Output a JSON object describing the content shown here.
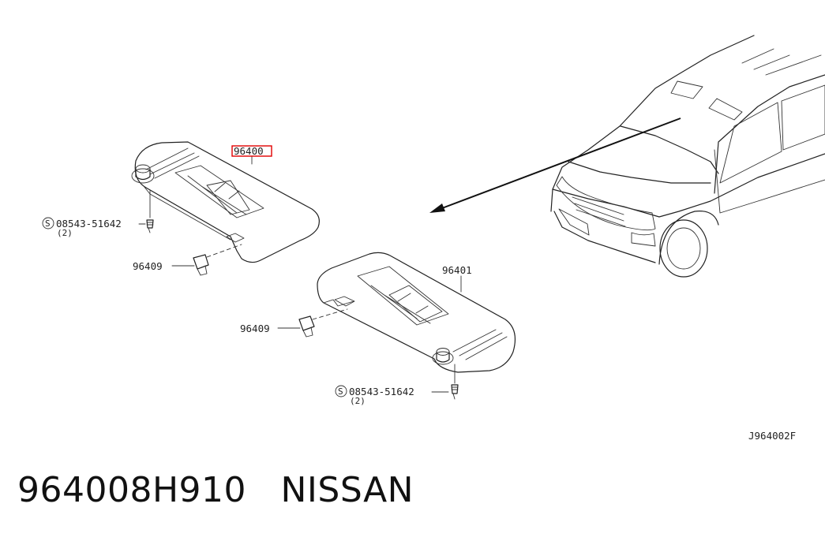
{
  "parts": {
    "visor_rh": "96400",
    "visor_lh": "96401",
    "holder_rh": "96409",
    "holder_lh": "96409",
    "screw_rh": "08543-51642",
    "screw_rh_qty": "(2)",
    "screw_lh": "08543-51642",
    "screw_lh_qty": "(2)",
    "screw_symbol": "S"
  },
  "diagram_code": "J964002F",
  "caption": {
    "part_number": "964008H910",
    "brand": "NISSAN"
  },
  "colors": {
    "highlight": "#e00000",
    "line": "#222222"
  }
}
